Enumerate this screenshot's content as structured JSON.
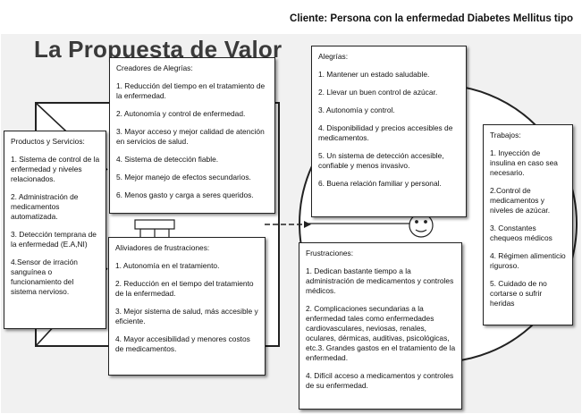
{
  "client": "Cliente: Persona con la enfermedad Diabetes Mellitus tipo",
  "title": "La Propuesta de Valor",
  "creadores": {
    "heading": "Creadores de Alegrías:",
    "items": [
      "1. Reducción del tiempo en el tratamiento de la enfermedad.",
      "2. Autonomía y control de enfermedad.",
      "3. Mayor acceso y mejor calidad de atención en servicios de salud.",
      "4. Sistema de detección fiable.",
      "5. Mejor manejo de efectos secundarios.",
      "6. Menos gasto y carga a seres queridos."
    ]
  },
  "productos": {
    "heading": "Productos y Servicios:",
    "items": [
      "1. Sistema de control de la enfermedad y niveles relacionados.",
      "2. Administración de medicamentos automatizada.",
      "3. Detección temprana de la enfermedad (E.A,NI)",
      "4.Sensor de irración sanguínea o funcionamiento del sistema nervioso."
    ]
  },
  "aliviadores": {
    "heading": "Aliviadores de frustraciones:",
    "items": [
      "1. Autonomía en el tratamiento.",
      "2. Reducción en el tiempo del tratamiento de la enfermedad.",
      "3. Mejor sistema de salud, más accesible y eficiente.",
      "4. Mayor accesibilidad y menores costos de medicamentos."
    ]
  },
  "alegrias": {
    "heading": "Alegrías:",
    "items": [
      "1. Mantener un estado saludable.",
      "2. Llevar un buen control de azúcar.",
      "3. Autonomía y control.",
      "4. Disponibilidad y precios accesibles de medicamentos.",
      "5. Un sistema de detección accesible, confiable y menos invasivo.",
      "6. Buena relación familiar y personal."
    ]
  },
  "trabajos": {
    "heading": "Trabajos:",
    "items": [
      "1. Inyección de insulina en caso sea necesario.",
      "2.Control de medicamentos y niveles de azúcar.",
      "3. Constantes chequeos médicos",
      "4. Régimen alimenticio riguroso.",
      "5. Cuidado de no cortarse o sufrir heridas"
    ]
  },
  "frustraciones": {
    "heading": "Frustraciones:",
    "items": [
      "1. Dedican bastante tiempo a la administración de medicamentos y controles médicos.",
      "2. Complicaciones secundarias a la enfermedad tales como enfermedades cardiovasculares, neviosas, renales, oculares, dérmicas, auditivas, psicológicas, etc.3. Grandes gastos en el tratamiento de la enfermedad.",
      "4. Difícil acceso a medicamentos y controles de su enfermedad."
    ]
  }
}
